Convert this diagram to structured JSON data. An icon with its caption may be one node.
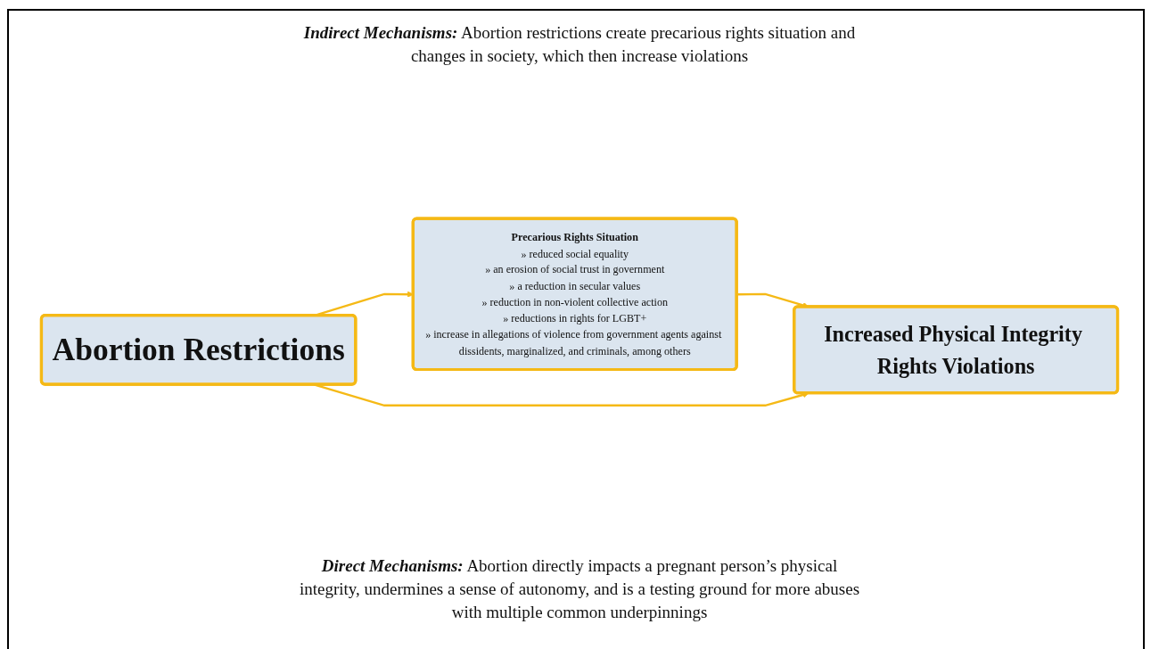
{
  "diagram": {
    "nodes": [
      {
        "text": [
          "Abortion Restrictions"
        ]
      },
      {
        "text": [
          "Precarious Rights Situation",
          "» reduced social equality",
          "» an erosion of social trust in government",
          "» a reduction in secular values",
          "» reduction in non-violent collective action",
          "» reductions in rights for LGBT+",
          "» increase in allegations of violence from government agents against dissidents, marginalized, and criminals, among others"
        ]
      },
      {
        "text": [
          "Increased Physical Integrity Rights Violations"
        ]
      }
    ],
    "edges": [
      {
        "from": 0,
        "to": 1,
        "arrow": "to"
      },
      {
        "from": 1,
        "to": 2,
        "arrow": "to"
      },
      {
        "from": 0,
        "to": 2,
        "arrow": "to"
      }
    ],
    "labels": [
      "*Indirect Mechanisms:* Abortion restrictions create precarious rights situation and changes in society, which then increase violations",
      "*Direct Mechanisms:* Abortion directly impacts a pregnant person’s physical integrity, undermines a sense of autonomy, and is a testing ground for more abuses with multiple common underpinnings"
    ]
  }
}
